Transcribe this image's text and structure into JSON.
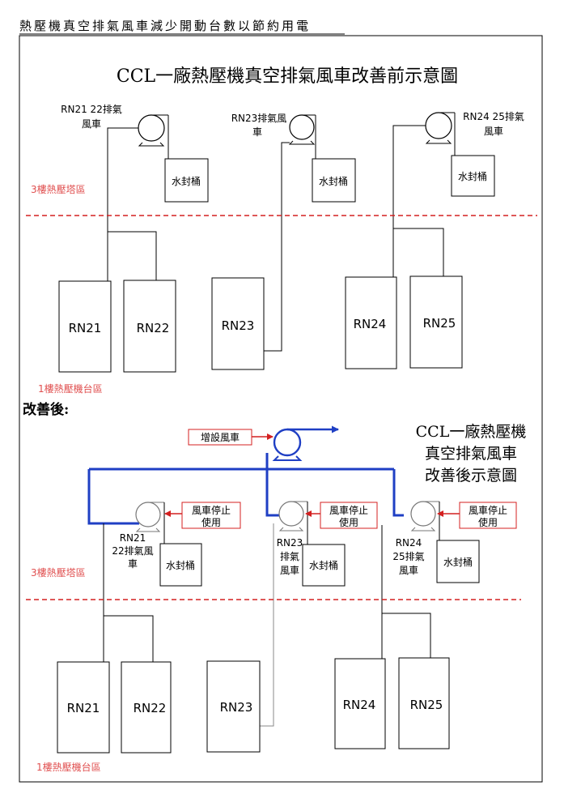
{
  "doc_title": "熱壓機真空排氣風車減少開動台數以節約用電",
  "before": {
    "title": "CCL一廠熱壓機真空排氣風車改善前示意圖",
    "fan_labels": [
      {
        "line1": "RN21 22排氣",
        "line2": "風車"
      },
      {
        "line1": "RN23排氣風",
        "line2": "車"
      },
      {
        "line1": "RN24 25排氣",
        "line2": "風車"
      }
    ],
    "water_tank": "水封桶",
    "zone_upper": "3樓熱壓塔區",
    "zone_lower": "1樓熱壓機台區",
    "machines": [
      "RN21",
      "RN22",
      "RN23",
      "RN24",
      "RN25"
    ]
  },
  "section_label": "改善後:",
  "after": {
    "title_lines": [
      "CCL一廠熱壓機",
      "真空排氣風車",
      "改善後示意圖"
    ],
    "new_fan_label": "增設風車",
    "stop_label": {
      "line1": "風車停止",
      "line2": "使用"
    },
    "fan_labels": [
      {
        "lines": [
          "RN21",
          "22排氣風",
          "車"
        ]
      },
      {
        "lines": [
          "RN23",
          "排氣",
          "風車"
        ]
      },
      {
        "lines": [
          "RN24",
          "25排氣",
          "風車"
        ]
      }
    ],
    "water_tank": "水封桶",
    "zone_upper": "3樓熱壓塔區",
    "zone_lower": "1樓熱壓機台區",
    "machines": [
      "RN21",
      "RN22",
      "RN23",
      "RN24",
      "RN25"
    ]
  },
  "colors": {
    "line": "#000000",
    "new_pipe": "#1f3fc4",
    "arrow_red": "#d42020",
    "zone_text": "#e05050",
    "dashed_line": "#d42020"
  }
}
